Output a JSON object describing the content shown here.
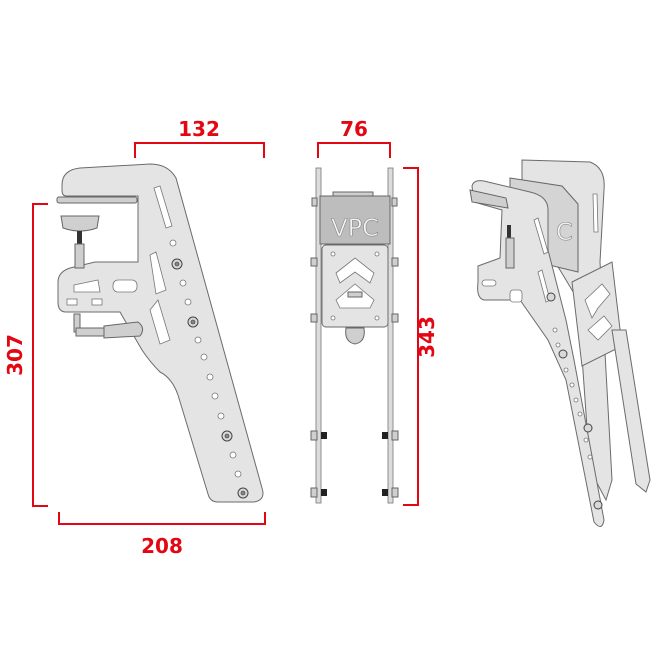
{
  "diagram": {
    "type": "product-dimension-drawing",
    "accent_color": "#e30613",
    "part_color": "#e4e4e4",
    "views": [
      {
        "name": "side-view",
        "dimensions": {
          "top_width": "132",
          "height": "307",
          "bottom_width": "208"
        }
      },
      {
        "name": "front-view",
        "logo": "VPC",
        "dimensions": {
          "width": "76",
          "height": "343"
        }
      },
      {
        "name": "isometric-view",
        "logo_partial": "C"
      }
    ]
  },
  "labels": {
    "side_top_width": "132",
    "side_height": "307",
    "side_bottom_width": "208",
    "front_width": "76",
    "front_height": "343",
    "front_logo": "VPC",
    "iso_logo": "C"
  }
}
